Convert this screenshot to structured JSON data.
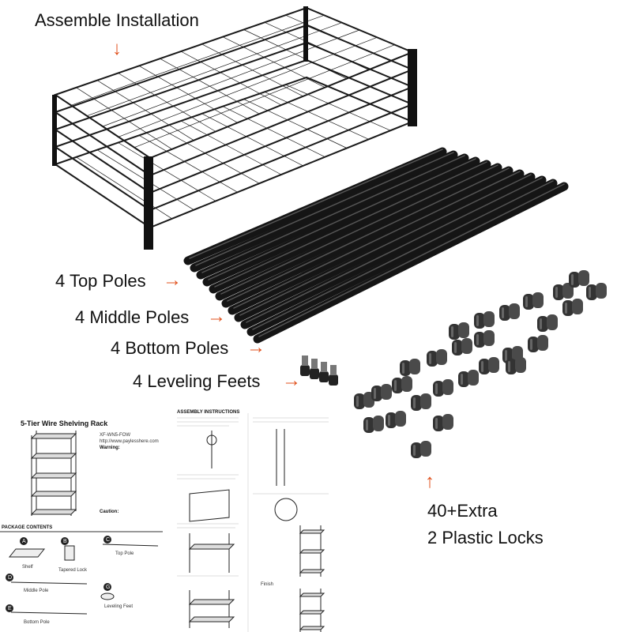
{
  "labels": {
    "assemble": "Assemble Installation",
    "top_poles": "4 Top Poles",
    "middle_poles": "4 Middle Poles",
    "bottom_poles": "4 Bottom Poles",
    "leveling_feet": "4 Leveling Feets",
    "extra_locks_1": "40+Extra",
    "extra_locks_2": "2 Plastic Locks"
  },
  "arrows": {
    "down": "↓",
    "right": "→",
    "up": "↑"
  },
  "manual_left": {
    "title": "5-Tier Wire Shelving Rack",
    "model": "XF-WN5-FOW",
    "url": "http://www.paylesshere.com",
    "warning": "Warning:",
    "caution": "Caution:",
    "package_contents": "PACKAGE CONTENTS",
    "shelf": "Shelf",
    "tapered_lock": "Tapered Lock",
    "top_pole": "Top Pole",
    "middle_pole": "Middle Pole",
    "bottom_pole": "Bottom Pole",
    "leveling_feet": "Leveling Feet"
  },
  "manual_right": {
    "title": "ASSEMBLY INSTRUCTIONS",
    "finish": "Finish"
  },
  "colors": {
    "arrow": "#e0501c",
    "wire": "#1a1a1a",
    "pole": "#151515",
    "lock": "#333333"
  }
}
